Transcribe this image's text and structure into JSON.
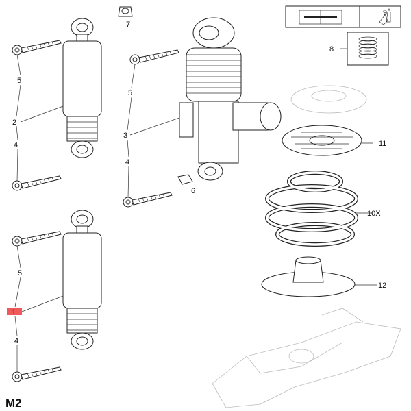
{
  "diagram": {
    "page_code": "M2",
    "highlight_color": "#f0585a",
    "callouts": {
      "bushing_top": "7",
      "lubricant": "9",
      "protective_sleeve": "8",
      "screw_upper_left": "5",
      "shock_absorber_upper": "2",
      "screw_lower_left": "4",
      "screw_upper_mid": "5",
      "air_shock_absorber": "3",
      "screw_lower_mid": "4",
      "washer": "6",
      "spring_seat_upper": "11",
      "coil_spring": "10X",
      "bump_stop_seat": "12",
      "screw_upper_bottom": "5",
      "shock_absorber_selected": "1",
      "screw_lower_bottom": "4"
    }
  }
}
